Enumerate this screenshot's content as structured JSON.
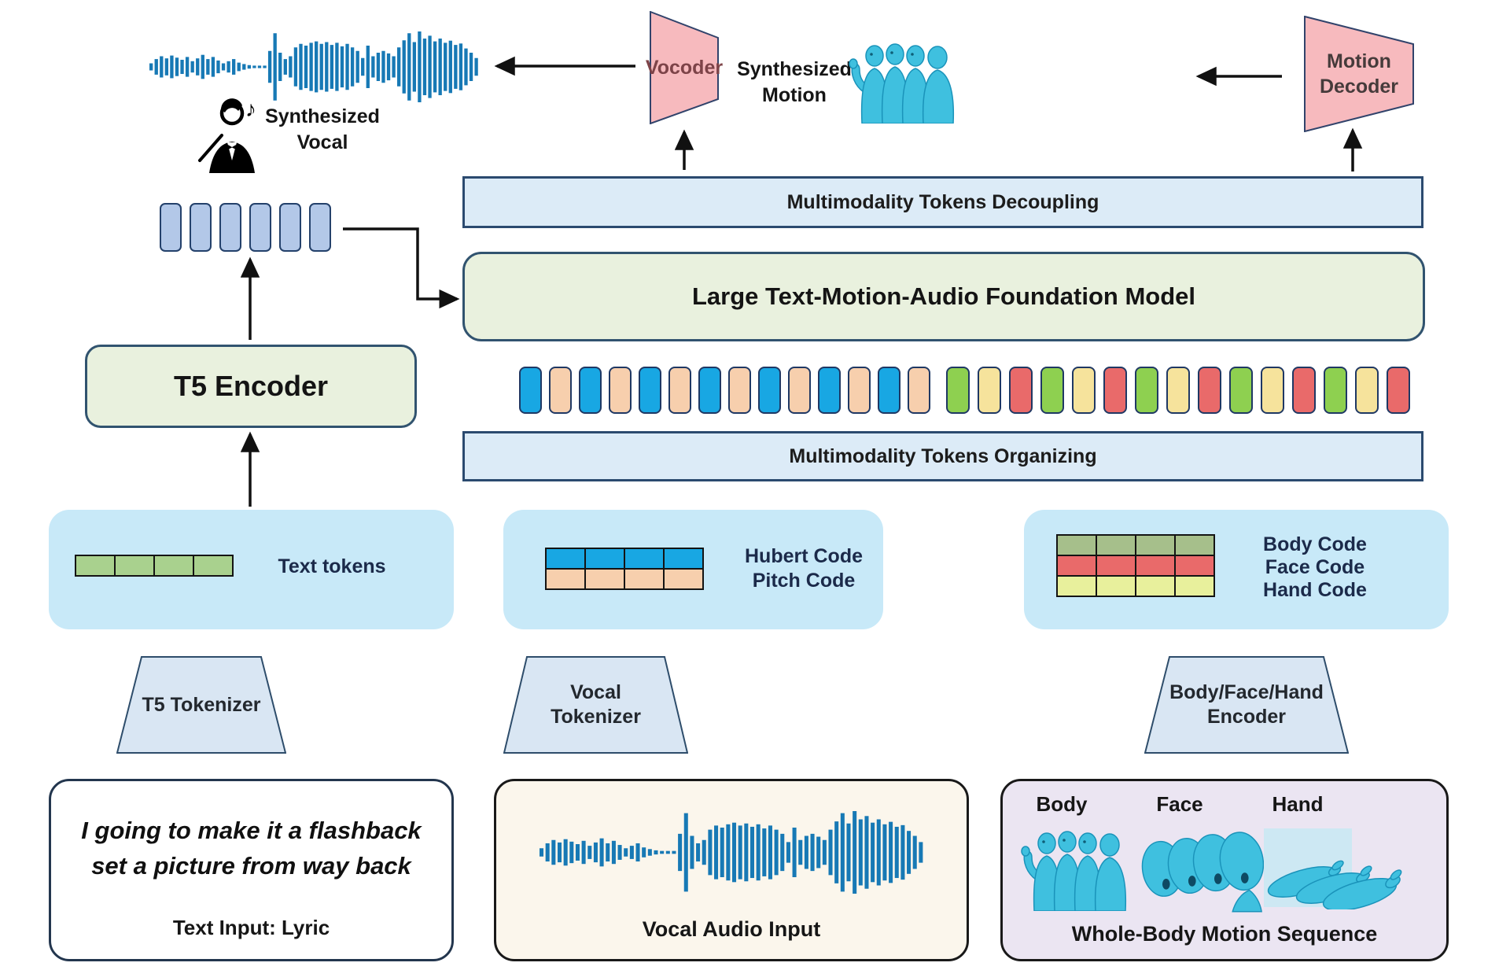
{
  "top": {
    "synthesized_vocal": "Synthesized\nVocal",
    "vocoder": "Vocoder",
    "synthesized_motion": "Synthesized\nMotion",
    "motion_decoder": "Motion\nDecoder"
  },
  "bars": {
    "decoupling": "Multimodality Tokens Decoupling",
    "foundation": "Large Text-Motion-Audio Foundation Model",
    "organizing": "Multimodality Tokens Organizing"
  },
  "t5_encoder": "T5 Encoder",
  "tokens": {
    "colors": {
      "blue": "#18a7e3",
      "peach": "#f7cfad",
      "green": "#8ed050",
      "yellow": "#f6e39c",
      "red": "#e96a6a",
      "stack": "#b3c8e8",
      "grid_green": "#a9d18e",
      "body_green": "#a6bf8b",
      "hand_yellow": "#e8f09c"
    },
    "text_stack": [
      "stack",
      "stack",
      "stack",
      "stack",
      "stack",
      "stack"
    ],
    "audio_row": [
      "blue",
      "peach",
      "blue",
      "peach",
      "blue",
      "peach",
      "blue",
      "peach",
      "blue",
      "peach",
      "blue",
      "peach",
      "blue",
      "peach"
    ],
    "motion_row": [
      "green",
      "yellow",
      "red",
      "green",
      "yellow",
      "red",
      "green",
      "yellow",
      "red",
      "green",
      "yellow",
      "red",
      "green",
      "yellow",
      "red"
    ]
  },
  "code_boxes": {
    "text": {
      "label": "Text tokens",
      "grid": {
        "cols": 4,
        "rows": [
          "grid_green"
        ]
      }
    },
    "vocal": {
      "label": "Hubert Code\nPitch Code",
      "grid": {
        "cols": 4,
        "rows": [
          "blue",
          "peach"
        ]
      }
    },
    "motion": {
      "label": "Body Code\nFace  Code\nHand Code",
      "grid": {
        "cols": 4,
        "rows": [
          "body_green",
          "red",
          "hand_yellow"
        ]
      }
    }
  },
  "tokenizers": {
    "t5": "T5 Tokenizer",
    "vocal": "Vocal\nTokenizer",
    "motion": "Body/Face/Hand\nEncoder"
  },
  "inputs": {
    "lyric": {
      "text": "I going to make it a flashback\nset a picture from way back",
      "caption": "Text Input: Lyric"
    },
    "vocal": {
      "caption": "Vocal Audio Input"
    },
    "motion": {
      "caption": "Whole-Body Motion Sequence",
      "parts": [
        "Body",
        "Face",
        "Hand"
      ]
    }
  }
}
